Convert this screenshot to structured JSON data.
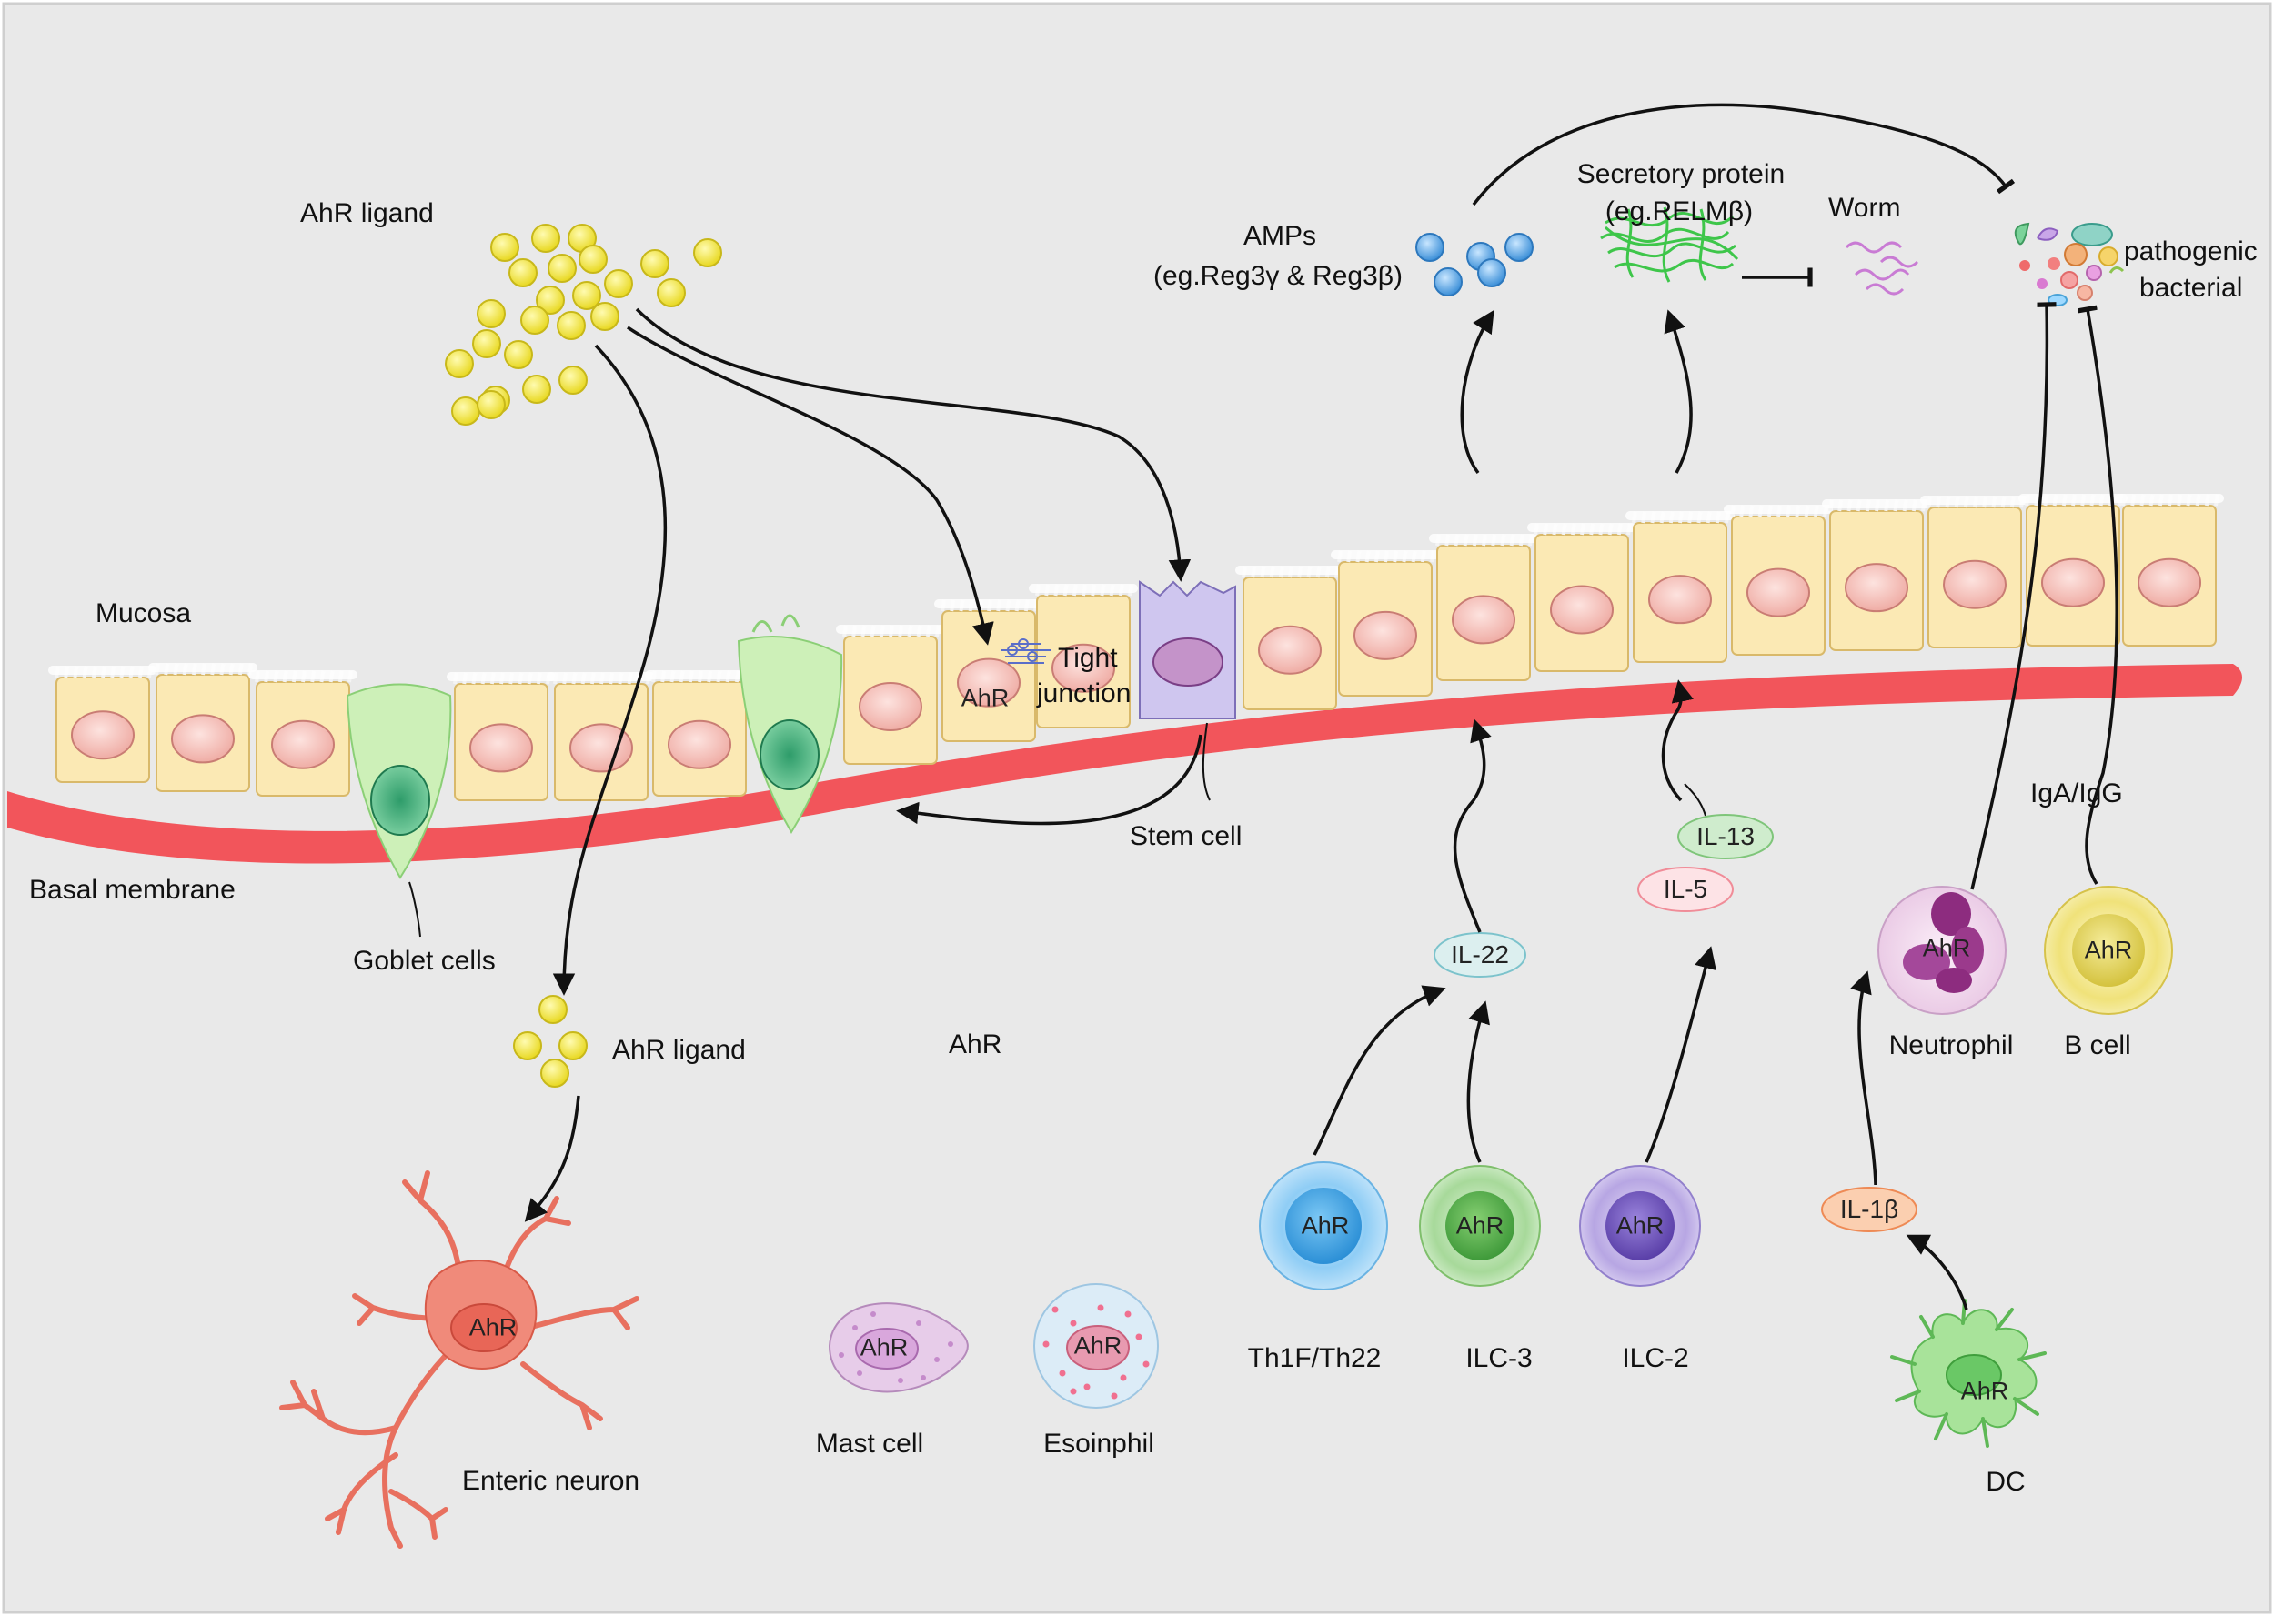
{
  "labels": {
    "ahr_ligand_top": "AhR ligand",
    "ahr_ligand_bottom": "AhR ligand",
    "mucosa": "Mucosa",
    "basal_membrane": "Basal membrane",
    "goblet_cells": "Goblet cells",
    "stem_cell": "Stem cell",
    "tight_junction_1": "Tight",
    "tight_junction_2": "junction",
    "amps_1": "AMPs",
    "amps_2": "(eg.Reg3γ & Reg3β)",
    "secretory_1": "Secretory protein",
    "secretory_2": "(eg.RELMβ)",
    "worm": "Worm",
    "pathogenic_1": "pathogenic",
    "pathogenic_2": "bacterial",
    "iga_igg": "IgA/IgG",
    "neutrophil": "Neutrophil",
    "b_cell": "B cell",
    "enteric_neuron": "Enteric neuron",
    "mast_cell": "Mast cell",
    "eosinophil": "Esoinphil",
    "th": "Th1F/Th22",
    "ilc3": "ILC-3",
    "ilc2": "ILC-2",
    "dc": "DC",
    "ahr_center": "AhR"
  },
  "cytokines": {
    "il22": "IL-22",
    "il5": "IL-5",
    "il13": "IL-13",
    "il1b": "IL-1β"
  },
  "ahr": {
    "epithelial": "AhR",
    "neuron": "AhR",
    "mast": "AhR",
    "eosinophil": "AhR",
    "th": "AhR",
    "ilc3": "AhR",
    "ilc2": "AhR",
    "neutrophil": "AhR",
    "bcell": "AhR",
    "dc": "AhR"
  },
  "colors": {
    "background": "#e9e9e9",
    "basal_membrane": "#f2555b",
    "epithelial_cell": "#fbe9b4",
    "nucleus": "#f6c3be",
    "goblet_cell": "#cdf0b8",
    "stem_cell": "#cfc6ef",
    "ligand": "#f3ec4e",
    "amp": "#5aa7e6",
    "secretory": "#57d85a",
    "neuron": "#ee8070"
  }
}
